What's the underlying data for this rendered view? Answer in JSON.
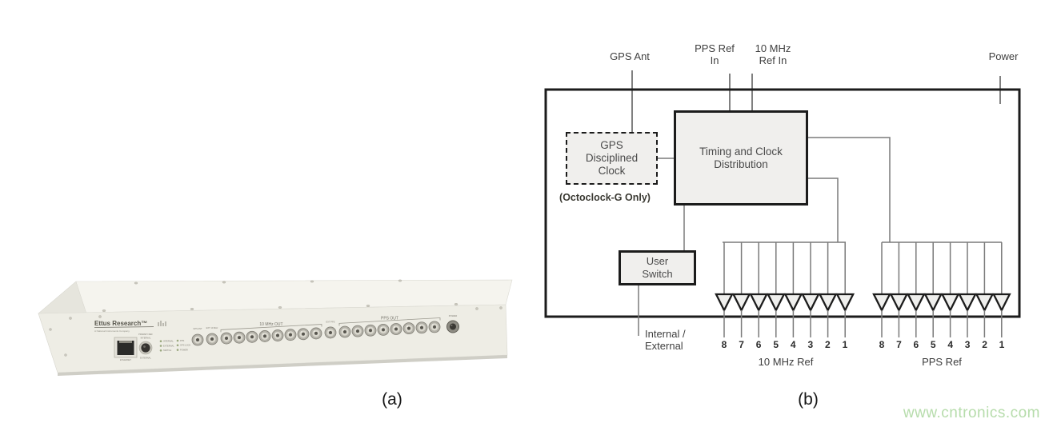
{
  "colors": {
    "watermark_green": "#b6dcab",
    "diagram_line_gray": "#7a7a7a",
    "diagram_border_black": "#1c1c1c",
    "block_fill_gray": "#f0efed",
    "chassis_front": "#eeede5",
    "chassis_top": "#f5f4ee"
  },
  "captions": {
    "a": "(a)",
    "b": "(b)"
  },
  "watermark": "www.cntronics.com",
  "photo": {
    "brand": "Ettus Research™",
    "tagline": "A National Instruments Company",
    "ethernet_label": "ETHERNET",
    "switch_labels": {
      "top": "PRIMARY REF",
      "middle": "INTERNAL",
      "bottom": "EXTERNAL"
    },
    "leds_left": [
      "INTERNAL",
      "EXTERNAL",
      "SWITCH"
    ],
    "leds_right": [
      "PPS",
      "GPS LOCK",
      "POWER"
    ],
    "connector_labels": {
      "gps_ant": "GPS ANT",
      "ext_mhz": "EXT 10 MHz",
      "ext_pps": "EXT PPS",
      "mhz_group": "10 MHz OUT",
      "pps_group": "PPS OUT",
      "power": "POWER"
    }
  },
  "diagram": {
    "inputs": {
      "gps_ant": "GPS Ant",
      "pps_ref_in": "PPS Ref In",
      "mhz_ref_in": "10 MHz Ref In",
      "power": "Power"
    },
    "blocks": {
      "gps_clock": "GPS Disciplined Clock",
      "gps_note": "(Octoclock-G Only)",
      "timing": "Timing and Clock Distribution",
      "user_switch": "User Switch"
    },
    "user_switch_output": "Internal / External",
    "mhz_bank": {
      "label": "10 MHz Ref",
      "ports": [
        "8",
        "7",
        "6",
        "5",
        "4",
        "3",
        "2",
        "1"
      ]
    },
    "pps_bank": {
      "label": "PPS Ref",
      "ports": [
        "8",
        "7",
        "6",
        "5",
        "4",
        "3",
        "2",
        "1"
      ]
    }
  }
}
